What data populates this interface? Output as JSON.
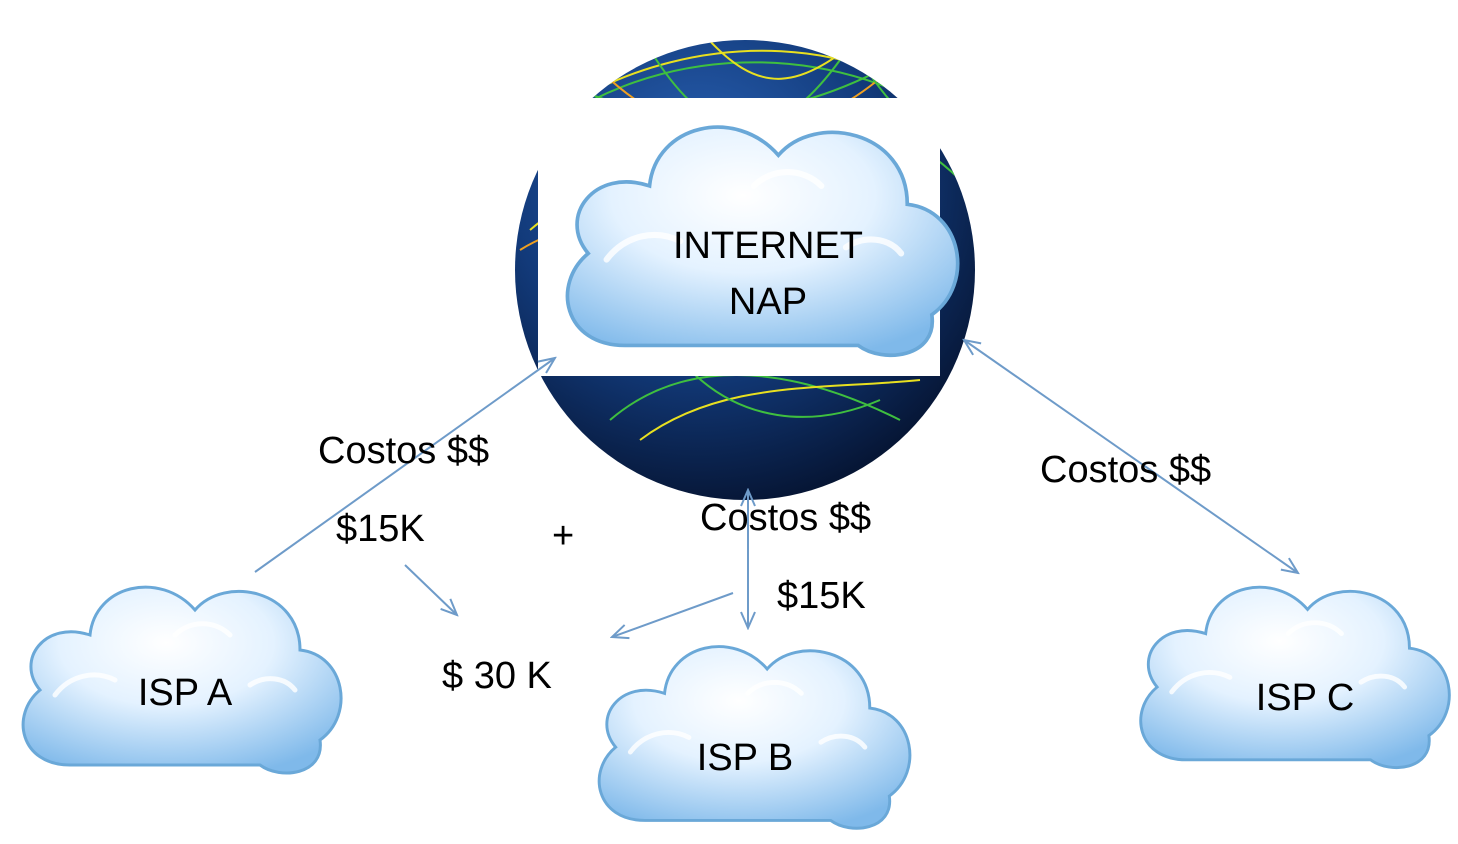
{
  "nodes": {
    "internet": {
      "line1": "INTERNET",
      "line2": "NAP"
    },
    "isp_a": {
      "label": "ISP A"
    },
    "isp_b": {
      "label": "ISP B"
    },
    "isp_c": {
      "label": "ISP C"
    }
  },
  "edges": {
    "a_cost": "Costos $$",
    "a_value": "$15K",
    "plus": "+",
    "b_cost": "Costos $$",
    "b_value": "$15K",
    "c_cost": "Costos $$",
    "total": "$ 30 K"
  },
  "colors": {
    "arrow": "#6e9bc9",
    "cloud_light": "#eef7ff",
    "cloud_dark": "#8fc3ee",
    "cloud_stroke": "#6aa8d8",
    "globe_ocean": "#123a7a",
    "globe_dark": "#05122e",
    "link_green": "#3fbf3f",
    "link_orange": "#f0a020",
    "link_yellow": "#e8e020"
  },
  "icons": {
    "background": "globe-icon",
    "node_shape": "cloud-icon"
  }
}
